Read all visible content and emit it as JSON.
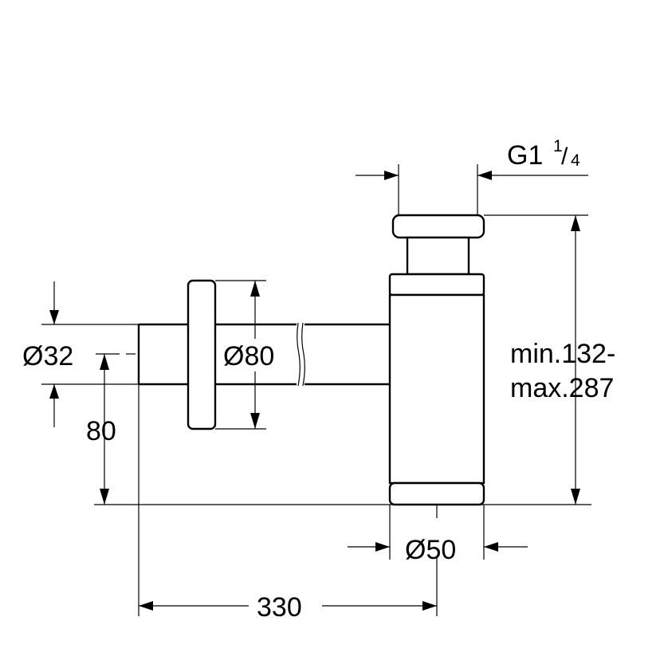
{
  "labels": {
    "thread": "G1",
    "thread_frac_num": "1",
    "thread_frac_slash": "/",
    "thread_frac_den": "4",
    "pipe_diameter": "Ø32",
    "rosette_diameter": "Ø80",
    "wall_height": "80",
    "height_min": "min.132-",
    "height_max": "max.287",
    "trap_diameter": "Ø50",
    "wall_distance": "330"
  }
}
